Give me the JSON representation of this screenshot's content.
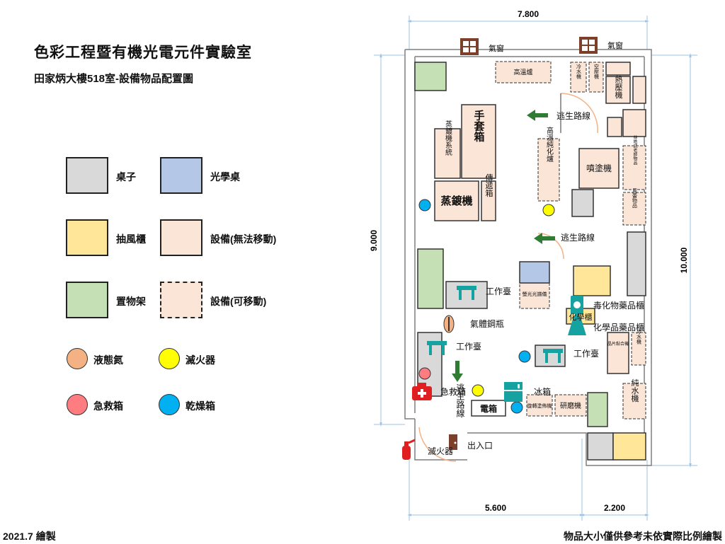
{
  "header": {
    "title": "色彩工程暨有機光電元件實驗室",
    "subtitle": "田家炳大樓518室-設備物品配置圖"
  },
  "footer": {
    "date": "2021.7 繪製",
    "note": "物品大小僅供參考未依實際比例繪製"
  },
  "colors": {
    "desk": "#d9d9d9",
    "optical_table": "#b4c7e7",
    "fume_hood": "#ffe699",
    "fixed_equipment": "#fbe5d6",
    "shelf": "#c5e0b4",
    "liquid_nitrogen": "#f4b183",
    "extinguisher": "#ffff00",
    "first_aid": "#ff7c80",
    "dry_box": "#00b0f0",
    "arrow_green": "#2e7d32",
    "teal": "#17a2a2",
    "dimension_blue": "#9dc3e6"
  },
  "legend": {
    "desk": "桌子",
    "optical_table": "光學桌",
    "fume_hood": "抽風櫃",
    "fixed_equipment": "設備(無法移動)",
    "shelf": "置物架",
    "movable_equipment": "設備(可移動)",
    "liquid_nitrogen": "液態氮",
    "extinguisher": "滅火器",
    "first_aid": "急救箱",
    "dry_box": "乾燥箱"
  },
  "dimensions": {
    "top": "7.800",
    "left": "9.000",
    "right": "10.000",
    "bottom_left": "5.600",
    "bottom_right": "2.200"
  },
  "plan": {
    "vent": "氣窗",
    "high_temp_furnace": "高溫爐",
    "cold_water_machine": "冷水機",
    "air_compressor": "空壓機",
    "hot_press": "熱壓機",
    "glove_box": "手套箱",
    "evaporator_system": "蒸鍍機系統",
    "evaporator": "蒸鍍機",
    "transfer": "傳遞箱",
    "high_temp_purifier": "高溫純化爐",
    "spray_coater": "噴塗機",
    "lin_equipment": "林皓武老師物品",
    "zhou_equipment": "周蕾物品",
    "escape_route": "逃生路線",
    "escape_route_vertical": "逃生路線",
    "workbench": "工作臺",
    "fluorescence": "螢光光譜儀",
    "toxic_cabinet": "毒化物藥品櫃",
    "chemical_cabinet": "化學品藥品櫃",
    "fume_hood_label": "化學櫃",
    "gas_cylinder": "氣體鋼瓶",
    "wafer_bonder": "晶片黏合機",
    "cold_water_small": "冷水機",
    "first_aid_label": "急救箱",
    "fridge": "冰箱",
    "spin_coater": "旋轉塗佈機",
    "grinder": "研磨機",
    "pure_water": "純水機",
    "electric_box": "電箱",
    "entrance": "出入口",
    "extinguisher_label": "滅火器"
  }
}
